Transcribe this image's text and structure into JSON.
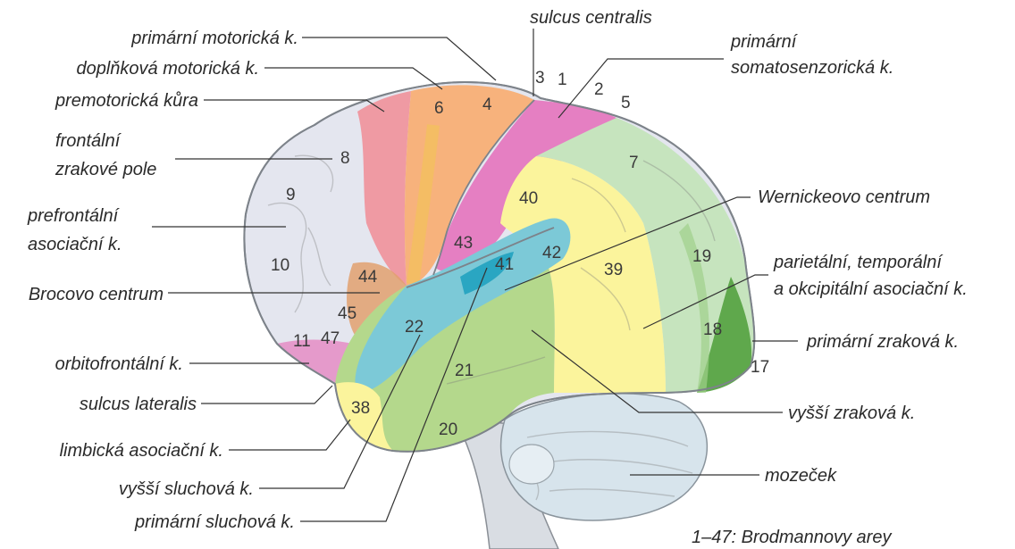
{
  "labels": {
    "primary_motor": "primární motorická k.",
    "supplementary_motor": "doplňková motorická k.",
    "premotor": "premotorická kůra",
    "frontal_eye_field_1": "frontální",
    "frontal_eye_field_2": "zrakové pole",
    "prefrontal_1": "prefrontální",
    "prefrontal_2": "asociační k.",
    "broca": "Brocovo centrum",
    "orbitofrontal": "orbitofrontální k.",
    "sulcus_lateralis": "sulcus lateralis",
    "limbic": "limbická asociační k.",
    "higher_auditory": "vyšší sluchová k.",
    "primary_auditory": "primární sluchová k.",
    "sulcus_centralis": "sulcus centralis",
    "primary_somato_1": "primární",
    "primary_somato_2": "somatosenzorická k.",
    "wernicke": "Wernickeovo centrum",
    "pto_assoc_1": "parietální, temporální",
    "pto_assoc_2": "a okcipitální asociační k.",
    "primary_visual": "primární zraková k.",
    "higher_visual": "vyšší zraková k.",
    "cerebellum": "mozeček",
    "caption": "1–47: Brodmannovy arey"
  },
  "areas": [
    "3",
    "1",
    "2",
    "5",
    "6",
    "4",
    "7",
    "8",
    "9",
    "40",
    "43",
    "41",
    "42",
    "39",
    "19",
    "10",
    "44",
    "45",
    "47",
    "11",
    "22",
    "18",
    "17",
    "21",
    "38",
    "20"
  ],
  "colors": {
    "prefrontal": "#e4e6ef",
    "premotor": "#ef9aa3",
    "motor": "#f7b27c",
    "somatosensory": "#e57fc2",
    "parietal_green": "#c6e4be",
    "association_yellow": "#fbf49c",
    "auditory_primary": "#2aa6c2",
    "auditory_secondary": "#7cc9d7",
    "temporal_green": "#b4d88c",
    "visual_dark_green": "#5fa84c",
    "broca": "#e2a06e",
    "orbitofrontal": "#e59acb",
    "cerebellum": "#d7e4ec"
  }
}
